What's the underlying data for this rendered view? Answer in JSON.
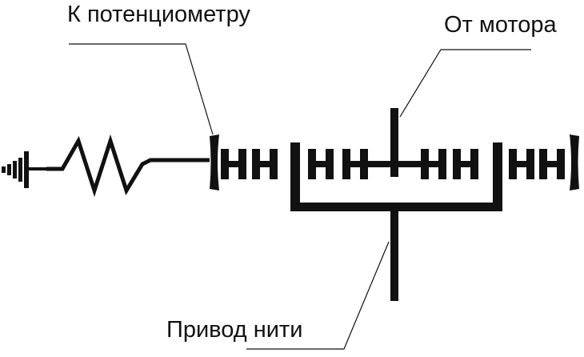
{
  "labels": {
    "potentiometer": "К потенциометру",
    "motor": "От мотора",
    "thread_drive": "Привод нити"
  },
  "colors": {
    "ink": "#111111",
    "background": "#ffffff"
  }
}
